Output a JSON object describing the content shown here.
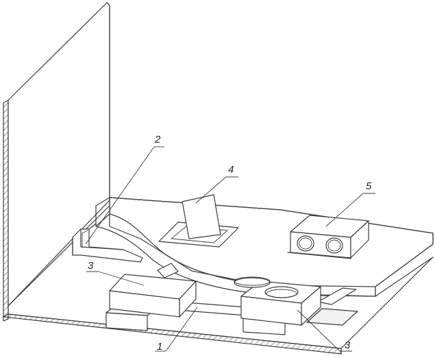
{
  "labels": {
    "l1": "1",
    "l2": "2",
    "l3a": "3",
    "l3b": "3",
    "l4": "4",
    "l5": "5"
  }
}
